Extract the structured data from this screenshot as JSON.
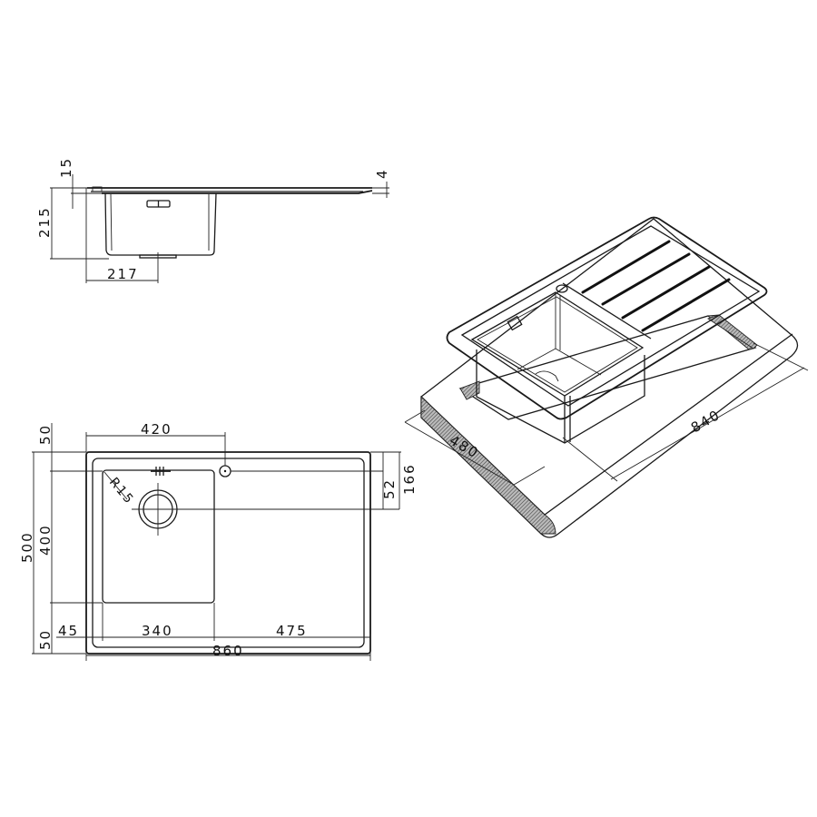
{
  "side_view": {
    "dims": {
      "flange_thickness": "15",
      "bowl_depth": "215",
      "drain_offset": "217",
      "drainboard_thickness": "4"
    }
  },
  "top_view": {
    "dims": {
      "bowl_width_to_tap": "420",
      "top_margin": "50",
      "overall_depth": "500",
      "bowl_depth": "400",
      "bottom_margin": "50",
      "left_margin": "45",
      "bowl_width": "340",
      "drainboard_width": "475",
      "overall_width": "860",
      "tap_offset": "52",
      "drain_offset": "166",
      "corner_radius": "R15"
    }
  },
  "iso_view": {
    "dims": {
      "cutout_depth": "480",
      "cutout_width": "840"
    }
  }
}
